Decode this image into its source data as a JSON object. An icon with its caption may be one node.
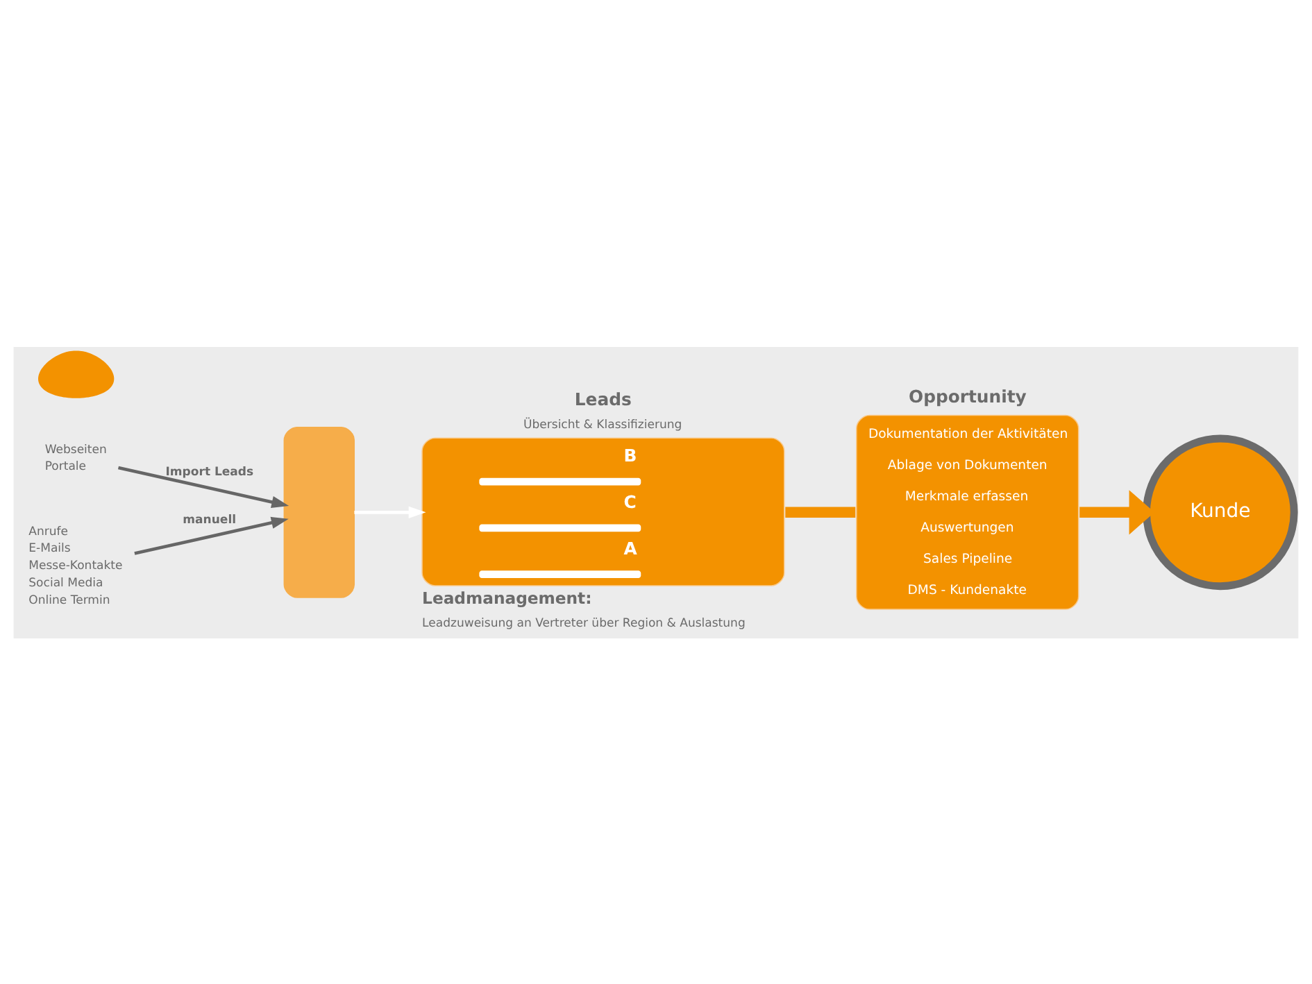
{
  "diagram": {
    "nodes": [
      {
        "text": [],
        "shape": "person"
      },
      {
        "text": [
          "Webseiten",
          "Portale"
        ]
      },
      {
        "text": [
          "Anrufe",
          "E-Mails",
          "Messe-Kontakte",
          "Social Media",
          "Online Termin"
        ]
      },
      {
        "text": [],
        "shape": "box"
      },
      {
        "text": [
          "Leads",
          "Übersicht & Klassifizierung",
          "B",
          "C",
          "A"
        ],
        "beside": [
          "Leadmanagement:",
          "Leadzuweisung an Vertreter über Region & Auslastung"
        ]
      },
      {
        "text": [
          "Opportunity",
          "Dokumentation der Aktivitäten",
          "Ablage von Dokumenten",
          "Merkmale erfassen",
          "Auswertungen",
          "Sales Pipeline",
          "DMS - Kundenakte"
        ]
      },
      {
        "text": [
          "Kunde"
        ]
      }
    ],
    "edges": [
      {
        "from": 1,
        "to": 3,
        "arrow": "to",
        "label": "Import Leads"
      },
      {
        "from": 2,
        "to": 3,
        "arrow": "to",
        "label": "manuell"
      },
      {
        "from": 3,
        "to": 4,
        "arrow": "to",
        "color": "#ffffff"
      },
      {
        "from": 4,
        "to": 5,
        "arrow": "none",
        "style": "thick",
        "color": "#f39200"
      },
      {
        "from": 5,
        "to": 6,
        "arrow": "to",
        "style": "thick",
        "color": "#f39200"
      }
    ]
  }
}
